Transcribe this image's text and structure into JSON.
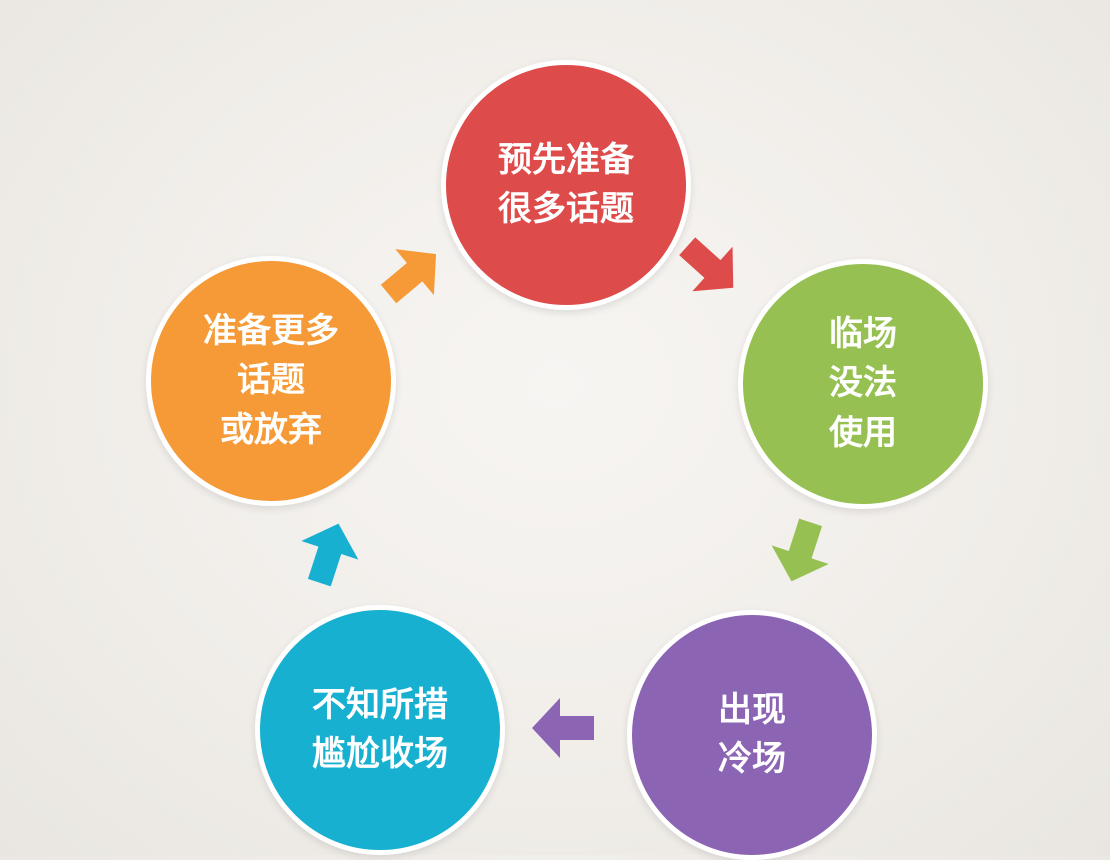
{
  "cycle": {
    "nodes": [
      {
        "id": "top",
        "color": "#de4b4b",
        "lines": [
          "预先准备",
          "很多话题"
        ]
      },
      {
        "id": "right",
        "color": "#96c152",
        "lines": [
          "临场",
          "没法",
          "使用"
        ]
      },
      {
        "id": "bottom-right",
        "color": "#8b64b4",
        "lines": [
          "出现",
          "冷场"
        ]
      },
      {
        "id": "bottom-left",
        "color": "#18b0d0",
        "lines": [
          "不知所措",
          "尴尬收场"
        ]
      },
      {
        "id": "left",
        "color": "#f59a37",
        "lines": [
          "准备更多",
          "话题",
          "或放弃"
        ]
      }
    ],
    "arrows": [
      {
        "from": "top",
        "to": "right",
        "color": "#de4b4b"
      },
      {
        "from": "right",
        "to": "bottom-right",
        "color": "#96c152"
      },
      {
        "from": "bottom-right",
        "to": "bottom-left",
        "color": "#8b64b4"
      },
      {
        "from": "bottom-left",
        "to": "left",
        "color": "#18b0d0"
      },
      {
        "from": "left",
        "to": "top",
        "color": "#f59a37"
      }
    ]
  }
}
